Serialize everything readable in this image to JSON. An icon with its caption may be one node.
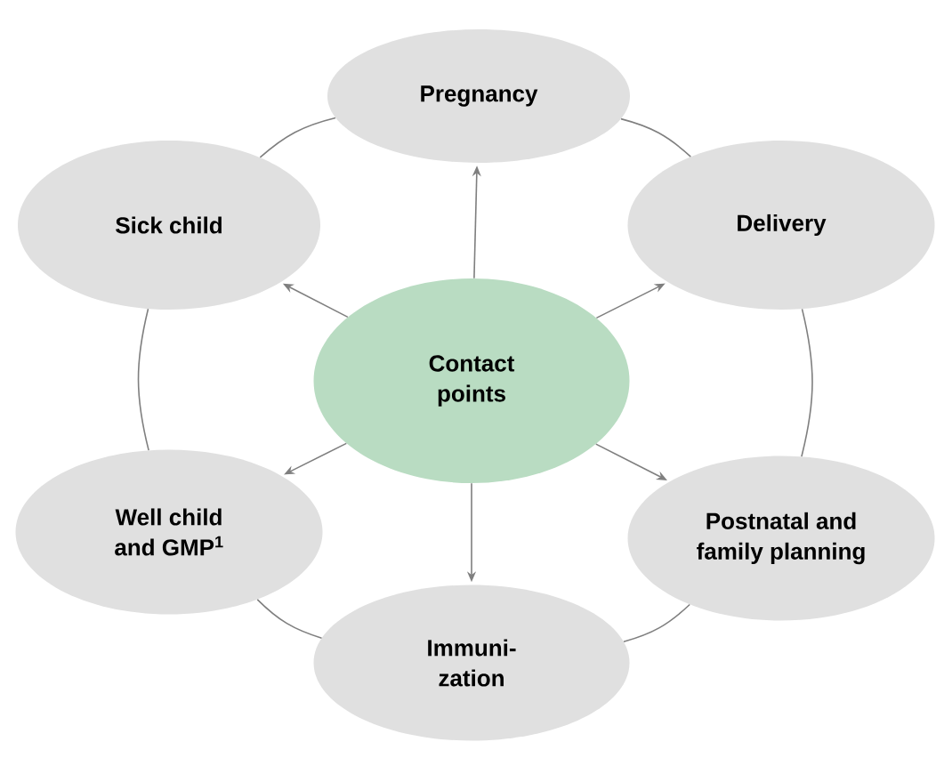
{
  "diagram": {
    "nodes": [
      {
        "text": [
          "Pregnancy"
        ]
      },
      {
        "text": [
          "Sick child"
        ]
      },
      {
        "text": [
          "Delivery"
        ]
      },
      {
        "text": [
          "Contact points"
        ]
      },
      {
        "text": [
          "Well child and GMP$^{1}$"
        ]
      },
      {
        "text": [
          "Postnatal and family planning"
        ]
      },
      {
        "text": [
          "Immuni- zation"
        ]
      }
    ],
    "edges": [
      {
        "from": 3,
        "to": 0,
        "arrow": "to"
      },
      {
        "from": 3,
        "to": 1,
        "arrow": "to"
      },
      {
        "from": 3,
        "to": 2,
        "arrow": "to"
      },
      {
        "from": 3,
        "to": 4,
        "arrow": "to"
      },
      {
        "from": 3,
        "to": 5,
        "arrow": "to"
      },
      {
        "from": 3,
        "to": 6,
        "arrow": "to"
      },
      {
        "from": 0,
        "to": 2,
        "arrow": "none"
      },
      {
        "from": 2,
        "to": 5,
        "arrow": "none"
      },
      {
        "from": 5,
        "to": 6,
        "arrow": "none"
      },
      {
        "from": 6,
        "to": 4,
        "arrow": "none"
      },
      {
        "from": 4,
        "to": 1,
        "arrow": "none"
      },
      {
        "from": 1,
        "to": 0,
        "arrow": "none"
      }
    ]
  }
}
